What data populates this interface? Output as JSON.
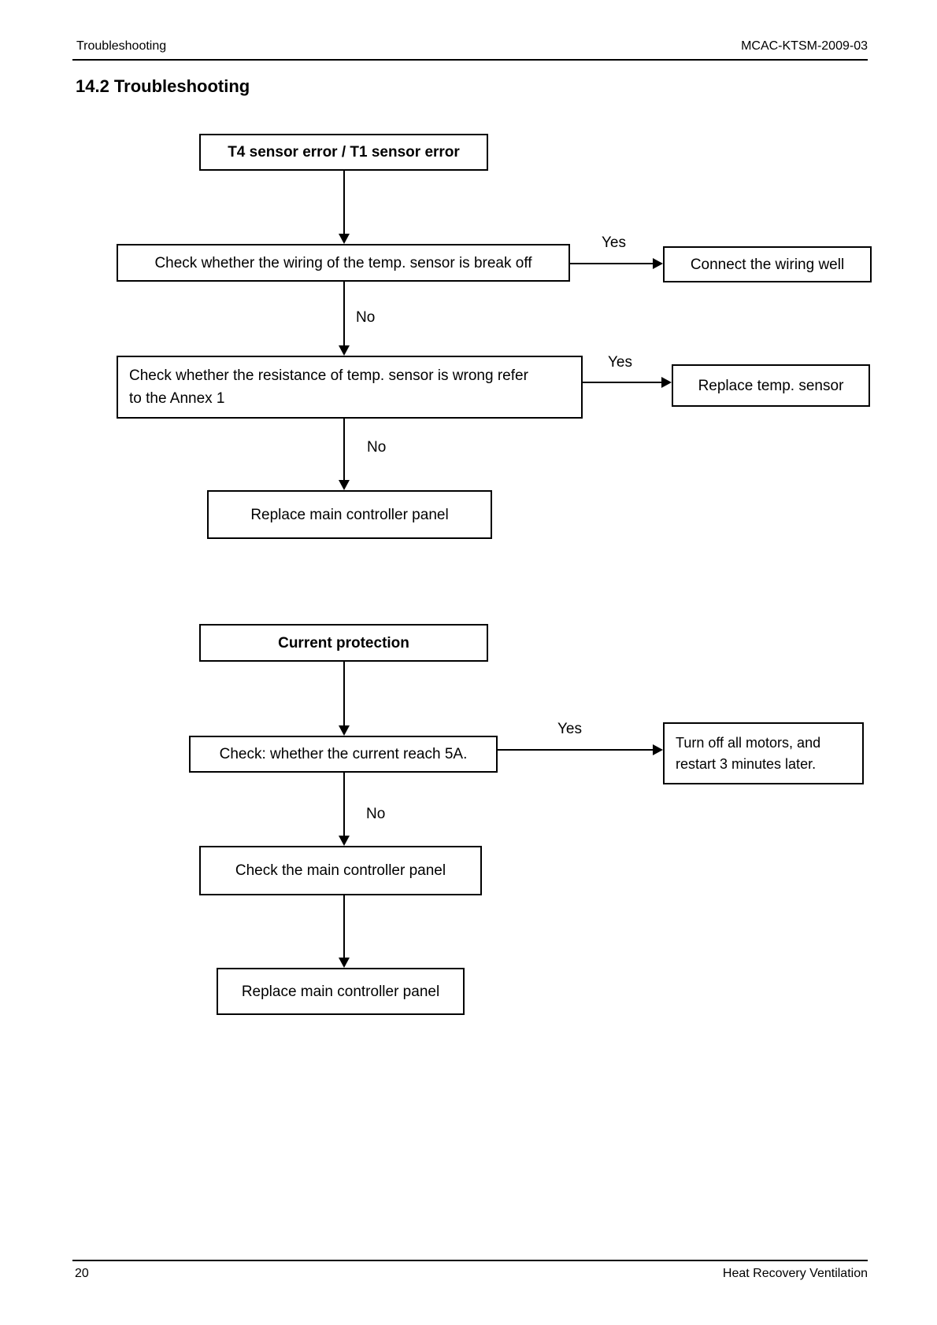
{
  "header": {
    "section": "Troubleshooting",
    "doc_code": "MCAC-KTSM-2009-03"
  },
  "title": "14.2 Troubleshooting",
  "labels": {
    "yes": "Yes",
    "no": "No"
  },
  "flowchart_sensor": {
    "start": "T4 sensor error / T1 sensor error",
    "check_wiring": "Check whether the wiring of the temp. sensor is break off",
    "connect_wiring": "Connect the wiring well",
    "check_resistance_line1": "Check whether the resistance of temp. sensor is wrong refer",
    "check_resistance_line2": "to the Annex 1",
    "replace_sensor": "Replace temp. sensor",
    "replace_panel": "Replace main controller panel"
  },
  "flowchart_current": {
    "start": "Current protection",
    "check_current": "Check: whether the current reach 5A.",
    "turn_off_line1": "Turn off all motors, and",
    "turn_off_line2": "restart 3 minutes later.",
    "check_panel": "Check the main controller panel",
    "replace_panel": "Replace main controller panel"
  },
  "footer": {
    "page_number": "20",
    "doc_title": "Heat Recovery Ventilation"
  },
  "colors": {
    "ink": "#000000",
    "paper": "#ffffff"
  }
}
